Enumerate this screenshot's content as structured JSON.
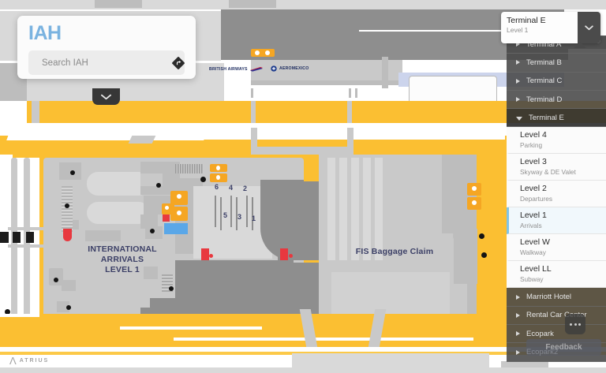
{
  "search_panel": {
    "brand": "IAH",
    "placeholder": "Search IAH",
    "value": "",
    "search_icon": "search-icon",
    "directions_icon": "directions-icon",
    "collapse_icon": "chevron-down-icon"
  },
  "selector": {
    "current_terminal": "Terminal E",
    "current_level": "Level 1",
    "dropdown_icon": "chevron-down-icon",
    "terminals": [
      {
        "label": "Terminal A",
        "expanded": false
      },
      {
        "label": "Terminal B",
        "expanded": false
      },
      {
        "label": "Terminal C",
        "expanded": false
      },
      {
        "label": "Terminal D",
        "expanded": false
      },
      {
        "label": "Terminal E",
        "expanded": true
      }
    ],
    "levels": [
      {
        "name": "Level 4",
        "desc": "Parking",
        "selected": false
      },
      {
        "name": "Level 3",
        "desc": "Skyway & DE Valet",
        "selected": false
      },
      {
        "name": "Level 2",
        "desc": "Departures",
        "selected": false
      },
      {
        "name": "Level 1",
        "desc": "Arrivals",
        "selected": true
      },
      {
        "name": "Level W",
        "desc": "Walkway",
        "selected": false
      },
      {
        "name": "Level LL",
        "desc": "Subway",
        "selected": false
      }
    ],
    "more_places": [
      {
        "label": "Marriott Hotel"
      },
      {
        "label": "Rental Car Center"
      },
      {
        "label": "Ecopark"
      },
      {
        "label": "Ecopark2"
      }
    ]
  },
  "map": {
    "labels": {
      "international_arrivals": "INTERNATIONAL\nARRIVALS\nLEVEL 1",
      "fis_baggage_claim": "FIS Baggage Claim"
    },
    "baggage_carousels_top": [
      "6",
      "4",
      "2"
    ],
    "baggage_carousels_bottom": [
      "5",
      "3",
      "1"
    ],
    "airlines": [
      {
        "name": "BRITISH AIRWAYS"
      },
      {
        "name": "AEROMEXICO"
      }
    ],
    "colors": {
      "apron_yellow": "#fbbf32",
      "building_dark": "#8e8e8e",
      "building_light": "#d9d9d9",
      "label_text": "#3b3f66",
      "water_blue": "#ccd4ec",
      "accent_blue": "#5aa7e8",
      "accent_red": "#e8383f",
      "accent_orange": "#f5a623"
    }
  },
  "floating": {
    "more_label": "more-options",
    "feedback_label": "Feedback"
  },
  "footer": {
    "logo_mark": "Λ",
    "logo_text": "ATRIUS"
  }
}
